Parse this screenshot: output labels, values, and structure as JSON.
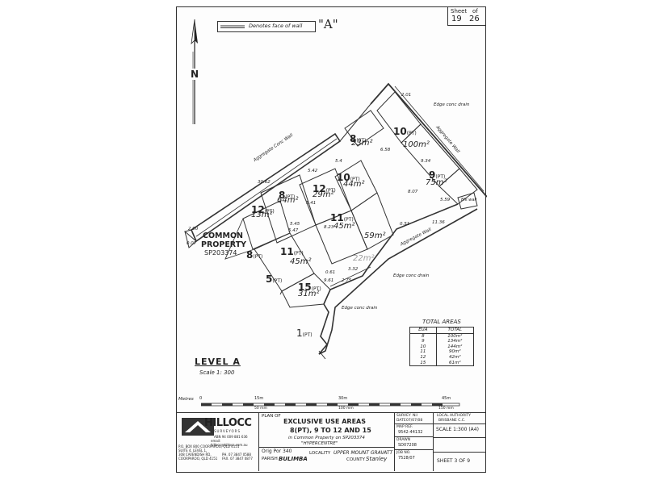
{
  "header": {
    "sheet_label": "Sheet",
    "sheet_num": "19",
    "of_label": "of",
    "sheet_total": "26",
    "wall_legend": "Denotes face of wall",
    "plan_letter": "\"A\"",
    "north": "N"
  },
  "plan": {
    "lots": [
      {
        "num": "10",
        "suffix": "(PT)",
        "area": "100m²"
      },
      {
        "num": "9",
        "suffix": "(PT)",
        "area": "75m²"
      },
      {
        "num": "8",
        "suffix": "(PT)",
        "area": "23m²"
      },
      {
        "num": "10",
        "suffix": "(PT)",
        "area": "44m²"
      },
      {
        "num": "12",
        "suffix": "(PT)",
        "area": "29m²"
      },
      {
        "num": "8",
        "suffix": "(PT)",
        "area": "64m²"
      },
      {
        "num": "12",
        "suffix": "(PT)",
        "area": "13m²"
      },
      {
        "num": "11",
        "suffix": "(PT)",
        "area": "45m²"
      },
      {
        "num": "11",
        "suffix": "(PT)",
        "area": "45m²"
      },
      {
        "num": "15",
        "suffix": "(PT)",
        "area": "31m²"
      },
      {
        "area": "59m²"
      },
      {
        "area": "22m²"
      }
    ],
    "common_property_1": "COMMON",
    "common_property_2": "PROPERTY",
    "common_property_sp": "SP203374",
    "side_lot_8": "8",
    "side_lot_8_suffix": "(PT)",
    "side_lot_5": "5",
    "side_lot_5_suffix": "(PT)",
    "side_lot_1": "1",
    "side_lot_1_suffix": "(PT)",
    "notes": {
      "aggregate_conc_wall": "Aggregate Conc Wall",
      "aggregate_wall_right": "Aggregate Wall",
      "aggregate_wall_lower": "Aggregate Wall",
      "edge_drain_top": "Edge conc drain",
      "edge_drain_mid": "Edge conc drain",
      "edge_drain_bottom": "Edge conc drain",
      "blk_wall": "Blk wall"
    },
    "dims": [
      "30.62",
      "2.90",
      "0.07",
      "5.42",
      "5.4",
      "5.41",
      "5.45",
      "5.47",
      "9.34",
      "8.07",
      "5.59",
      "11.36",
      "0.51",
      "6.58",
      "8.23",
      "9.61",
      "2.01",
      "0.61",
      "2.75",
      "3.32"
    ]
  },
  "total_areas": {
    "title": "TOTAL AREAS",
    "columns": [
      "EUA",
      "TOTAL"
    ],
    "rows": [
      [
        "8",
        "100m²"
      ],
      [
        "9",
        "134m²"
      ],
      [
        "10",
        "144m²"
      ],
      [
        "11",
        "90m²"
      ],
      [
        "12",
        "42m²"
      ],
      [
        "15",
        "61m²"
      ]
    ]
  },
  "level": {
    "title": "LEVEL A",
    "scale": "Scale 1: 300"
  },
  "scalebar": {
    "metres": "Metres",
    "ticks": [
      "0",
      "15m",
      "30m",
      "45m"
    ],
    "mm": [
      "",
      "50 mm",
      "100 mm",
      "150 mm"
    ]
  },
  "title_block": {
    "company": "HILLOCC",
    "company_sub": "SURVEYORS",
    "abn": "ABN 94 009 881 636",
    "email": "email: hillocc@hillocc.com.au",
    "addr1": "P.O. BOX 800  COORPAROO, QLD 4151",
    "addr2": "SUITE 4, LEVEL 1,",
    "addr3": "308 CAVENDISH RD,",
    "addr4": "COORPAROO, QLD 4151",
    "ph": "PH. 07 3847 0588",
    "fax": "FAX. 07 3847 0877",
    "plan_of_label": "PLAN OF",
    "plan_title": "EXCLUSIVE USE AREAS",
    "plan_lots": "8(PT), 9 TO 12 AND 15",
    "plan_in": "in Common Property on SP203374",
    "plan_name": "\"HYPERCENTRE\"",
    "orig_por": "Orig Por 340",
    "parish_label": "PARISH",
    "parish": "BULIMBA",
    "locality_label": "LOCALITY",
    "locality": "UPPER MOUNT GRAVATT",
    "county_label": "COUNTY",
    "county": "Stanley",
    "survey_label": "SURVEY",
    "survey_val": "Nil",
    "date_label": "DATE",
    "date_val": "07/07/08",
    "mapref_label": "MAP REF.",
    "mapref_val": "9542-44132",
    "drawn_label": "DRAWN",
    "drawn_val": "SD07208",
    "jobno_label": "JOB NO.",
    "jobno_val": "7528/07",
    "la_label": "LOCAL AUTHORITY",
    "la_val": "BRISBANE C.C.",
    "scale_box": "SCALE 1:300 (A4)",
    "sheet_box": "SHEET 3 OF 9"
  }
}
